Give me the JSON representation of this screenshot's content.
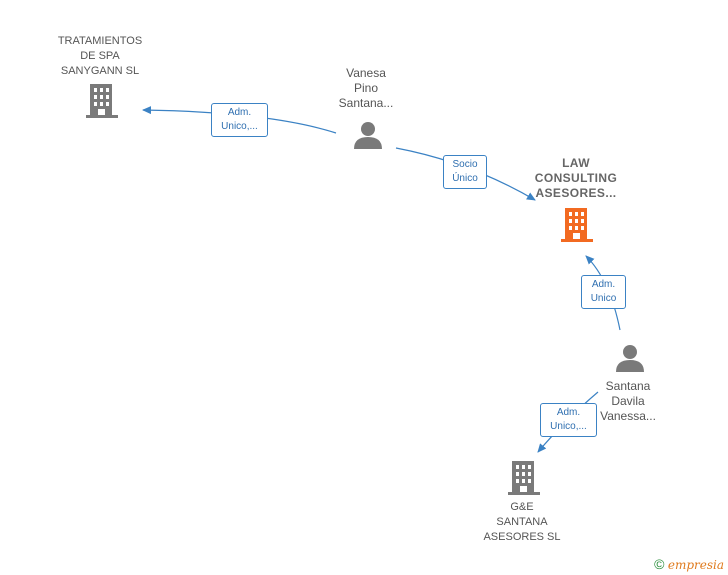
{
  "colors": {
    "edge": "#3b82c4",
    "person_icon": "#7a7a7a",
    "company_icon": "#7a7a7a",
    "main_company_icon": "#f26a21"
  },
  "nodes": {
    "tratamientos": {
      "label": "TRATAMIENTOS\nDE SPA\nSANYGANN  SL",
      "icon": "building-icon"
    },
    "vanesa_pino": {
      "label": "Vanesa\nPino\nSantana...",
      "icon": "person-icon"
    },
    "law_consulting": {
      "label": "LAW\nCONSULTING\nASESORES...",
      "icon": "building-icon"
    },
    "santana_davila": {
      "label": "Santana\nDavila\nVanessa...",
      "icon": "person-icon"
    },
    "ge_santana": {
      "label": "G&E\nSANTANA\nASESORES  SL",
      "icon": "building-icon"
    }
  },
  "edges": [
    {
      "from": "vanesa_pino",
      "to": "tratamientos",
      "label": "Adm.\nUnico,..."
    },
    {
      "from": "vanesa_pino",
      "to": "law_consulting",
      "label": "Socio\nÚnico"
    },
    {
      "from": "santana_davila",
      "to": "law_consulting",
      "label": "Adm.\nUnico"
    },
    {
      "from": "santana_davila",
      "to": "ge_santana",
      "label": "Adm.\nUnico,..."
    }
  ],
  "footer": {
    "copyright_symbol": "©",
    "brand": "empresia"
  }
}
